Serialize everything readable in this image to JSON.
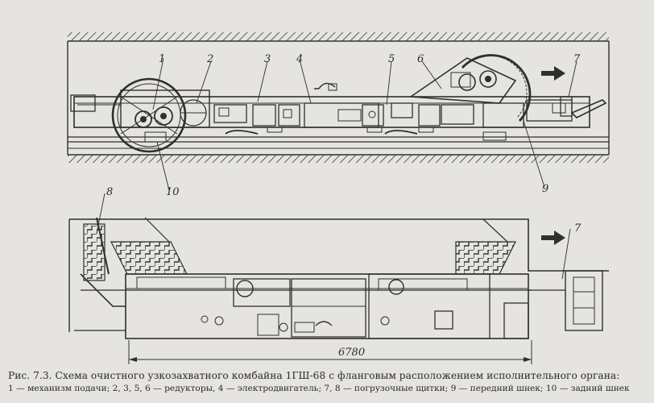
{
  "caption": {
    "title": "Рис. 7.3. Схема очистного узкозахватного комбайна 1ГШ-68 с фланговым расположением исполнительного органа:",
    "legend": "1 — механизм подачи; 2, 3, 5, 6 — редукторы, 4 — электродвигатель; 7, 8 — погрузочные щитки; 9 — передний шнек; 10 — задний шнек"
  },
  "callouts": {
    "top": [
      "1",
      "2",
      "3",
      "4",
      "5",
      "6",
      "7"
    ],
    "lower": [
      "8",
      "10",
      "9",
      "7"
    ]
  },
  "dimension": "6780",
  "colors": {
    "ink": "#2f2f2f",
    "paper": "#e6e4e0"
  }
}
